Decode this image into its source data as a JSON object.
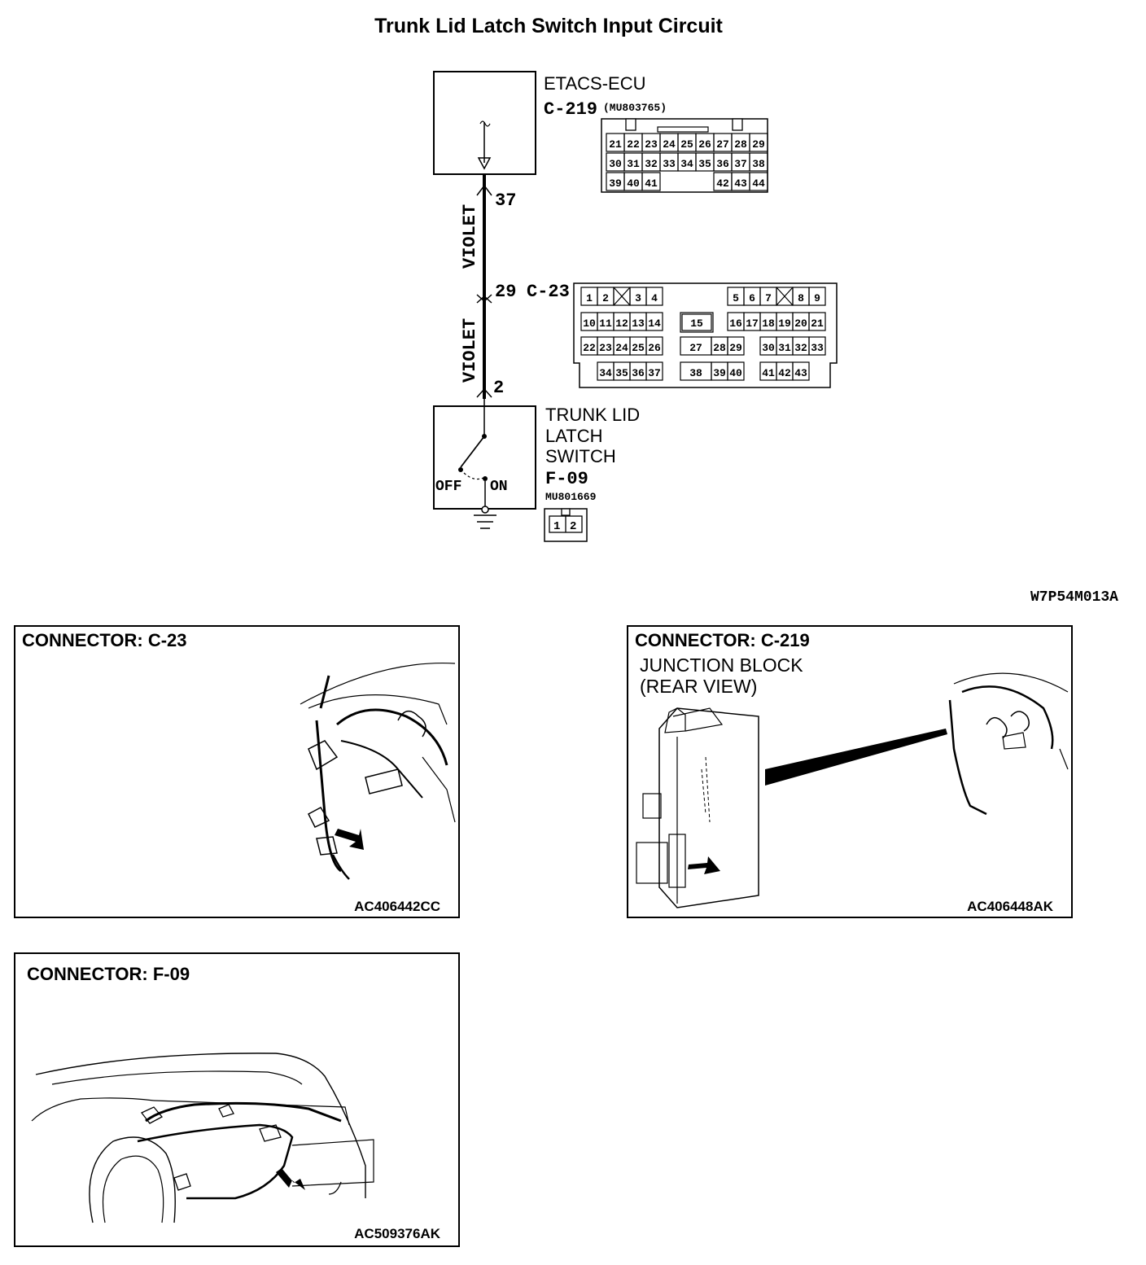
{
  "title": "Trunk Lid Latch Switch Input Circuit",
  "ecu": {
    "name": "ETACS-ECU",
    "connector": "C-219",
    "part": "(MU803765)",
    "pins": [
      [
        "21",
        "22",
        "23",
        "24",
        "25",
        "26",
        "27",
        "28",
        "29"
      ],
      [
        "30",
        "31",
        "32",
        "33",
        "34",
        "35",
        "36",
        "37",
        "38"
      ],
      [
        "39",
        "40",
        "41",
        "42",
        "43",
        "44"
      ]
    ]
  },
  "wire_upper": {
    "color": "VIOLET",
    "pin_top": "37",
    "pin_bottom": "29"
  },
  "intermediate_connector": {
    "name": "C-23",
    "pins": [
      "1",
      "2",
      "3",
      "4",
      "5",
      "6",
      "7",
      "8",
      "9",
      "10",
      "11",
      "12",
      "13",
      "14",
      "15",
      "16",
      "17",
      "18",
      "19",
      "20",
      "21",
      "22",
      "23",
      "24",
      "25",
      "26",
      "27",
      "28",
      "29",
      "30",
      "31",
      "32",
      "33",
      "34",
      "35",
      "36",
      "37",
      "38",
      "39",
      "40",
      "41",
      "42",
      "43"
    ]
  },
  "wire_lower": {
    "color": "VIOLET",
    "pin_bottom": "2"
  },
  "switch": {
    "name_lines": [
      "TRUNK LID",
      "LATCH",
      "SWITCH"
    ],
    "connector": "F-09",
    "part": "MU801669",
    "off_label": "OFF",
    "on_label": "ON",
    "pins": [
      "1",
      "2"
    ]
  },
  "diagram_code": "W7P54M013A",
  "panels": [
    {
      "title": "CONNECTOR: C-23",
      "code": "AC406442CC"
    },
    {
      "title": "CONNECTOR: C-219",
      "subtitle_lines": [
        "JUNCTION BLOCK",
        "(REAR VIEW)"
      ],
      "code": "AC406448AK"
    },
    {
      "title": "CONNECTOR: F-09",
      "code": "AC509376AK"
    }
  ]
}
